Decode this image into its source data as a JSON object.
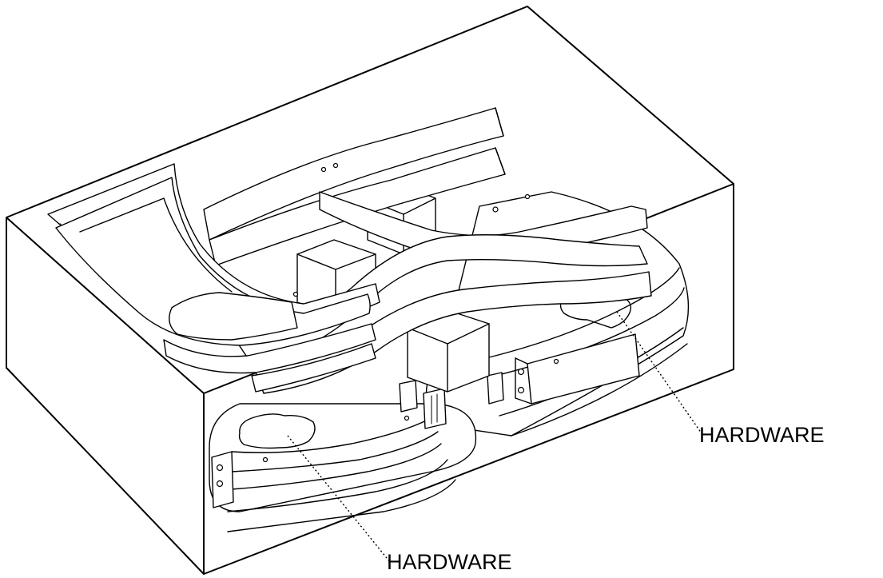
{
  "callouts": [
    {
      "id": "hardware-right",
      "label": "HARDWARE"
    },
    {
      "id": "hardware-bottom",
      "label": "HARDWARE"
    }
  ],
  "colors": {
    "line": "#000000",
    "background": "#ffffff"
  }
}
